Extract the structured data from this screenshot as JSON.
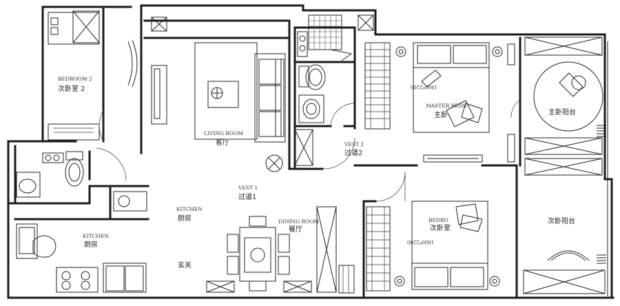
{
  "rooms": {
    "bedroom2": {
      "en": "BEDROOM 2",
      "zh": "次卧室 2"
    },
    "living_room": {
      "en": "LIVING ROOM",
      "zh": "客厅"
    },
    "master_bedroom": {
      "en": "MASTER BEDR",
      "zh": "主卧",
      "bed_dim": "1800*2200"
    },
    "master_balcony": {
      "zh": "主卧阳台"
    },
    "vest2": {
      "en": "VEST 2",
      "zh": "过道2"
    },
    "vest1": {
      "en": "VEST 1",
      "zh": "过道1"
    },
    "kitchen_upper": {
      "en": "KITCHEN",
      "zh": "厨房"
    },
    "kitchen_lower": {
      "en": "KITCHEN",
      "zh": "厨房"
    },
    "dining_room": {
      "en": "DINING ROOM",
      "zh": "餐厅"
    },
    "bedroom_second": {
      "en": "BEDRO",
      "zh": "次卧室",
      "bed_dim": "1800*2200"
    },
    "second_balcony": {
      "zh": "次卧阳台"
    },
    "entrance": {
      "zh": "玄关"
    }
  }
}
